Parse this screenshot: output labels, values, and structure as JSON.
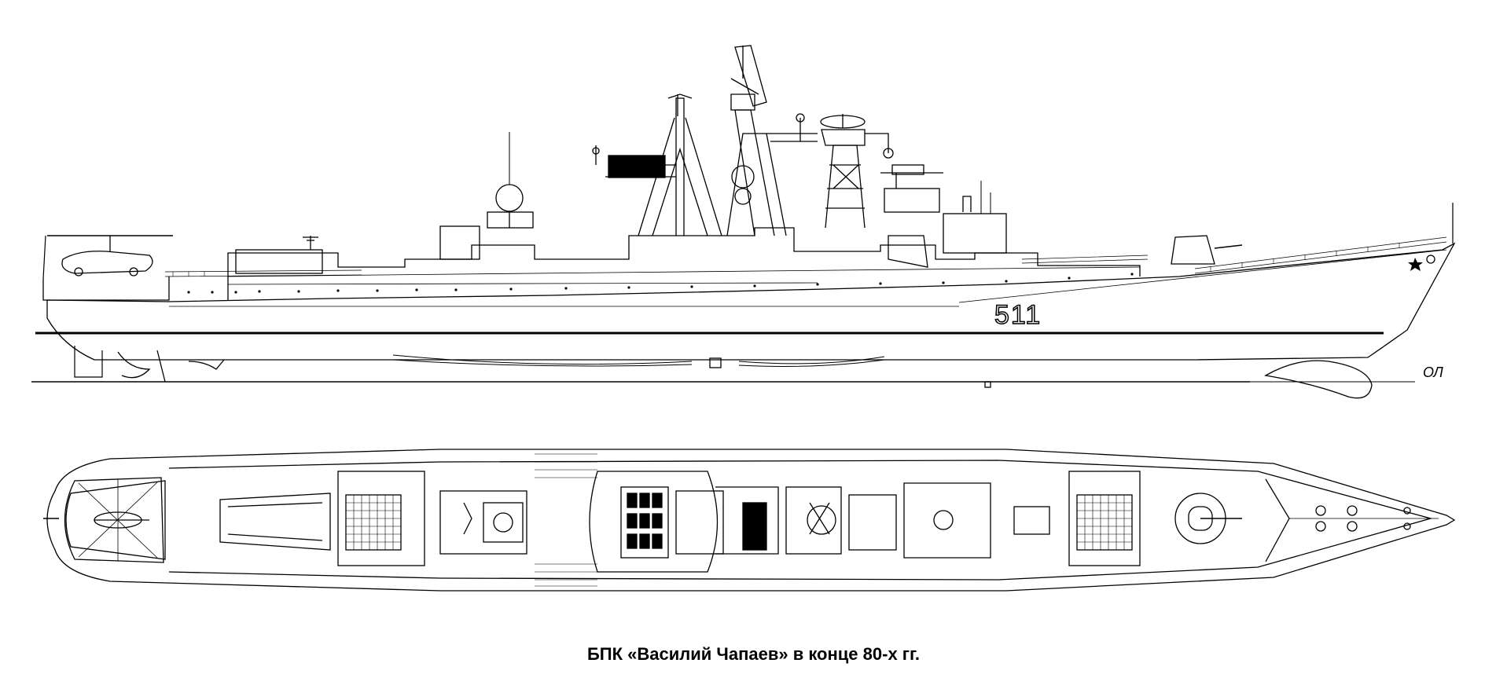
{
  "drawing": {
    "hull_number": "511",
    "waterline_label": "ОЛ",
    "caption": "БПК «Василий Чапаев» в конце 80-х гг."
  },
  "colors": {
    "ink": "#000000",
    "paper": "#ffffff"
  }
}
